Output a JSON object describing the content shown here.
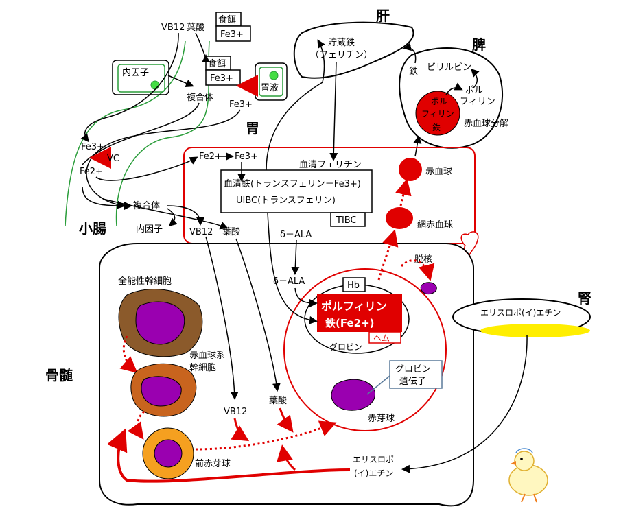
{
  "organs": {
    "liver": "肝",
    "spleen": "脾",
    "stomach": "胃",
    "small_intestine": "小腸",
    "bone_marrow": "骨髄",
    "kidney": "腎"
  },
  "intake": {
    "vb12": "VB12",
    "folic_acid": "葉酸",
    "food": "食餌",
    "fe3": "Fe3+",
    "intrinsic_factor": "内因子",
    "complex": "複合体",
    "gastric_juice": "胃液",
    "vc": "VC",
    "fe2": "Fe2+"
  },
  "liver": {
    "storage_iron": "貯蔵鉄",
    "ferritin": "（フェリチン）"
  },
  "spleen": {
    "iron": "鉄",
    "bilirubin": "ビリルビン",
    "porphyrin_a": "ポル",
    "porphyrin_b": "フィリン",
    "inner_porphyrin_a": "ポル",
    "inner_porphyrin_b": "フィリン",
    "inner_iron": "鉄",
    "rbc_breakdown": "赤血球分解"
  },
  "blood": {
    "fe2": "Fe2+",
    "fe3": "Fe3+",
    "serum_ferritin": "血清フェリチン",
    "serum_iron": "血清鉄(トランスフェリン－Fe3+)",
    "uibc": "UIBC(トランスフェリン)",
    "tibc": "TIBC",
    "rbc": "赤血球",
    "reticulocyte": "網赤血球",
    "complex": "複合体",
    "intrinsic_factor": "内因子",
    "vb12": "VB12",
    "folic_acid": "葉酸",
    "delta_ala": "δ－ALA"
  },
  "marrow": {
    "stem_cell": "全能性幹細胞",
    "erythroid_stem_a": "赤血球系",
    "erythroid_stem_b": "幹細胞",
    "proerythroblast": "前赤芽球",
    "delta_ala": "δ－ALA",
    "hb": "Hb",
    "porphyrin": "ポルフィリン",
    "iron_fe2": "鉄(Fe2+)",
    "heme": "ヘム",
    "globin": "グロビン",
    "globin_gene_a": "グロビン",
    "globin_gene_b": "遺伝子",
    "erythroblast": "赤芽球",
    "enucleation": "脱核",
    "vb12": "VB12",
    "folic_acid": "葉酸",
    "erythropoietin_a": "エリスロポ",
    "erythropoietin_b": "(イ)エチン"
  },
  "kidney": {
    "erythropoietin": "エリスロポ(イ)エチン"
  },
  "colors": {
    "red": "#e00000",
    "green": "#2a9d3a",
    "purple": "#9a00b0",
    "brown": "#8b5a2b",
    "orange_brown": "#c8641e",
    "orange": "#f5a020",
    "yellow": "#ffee00"
  }
}
